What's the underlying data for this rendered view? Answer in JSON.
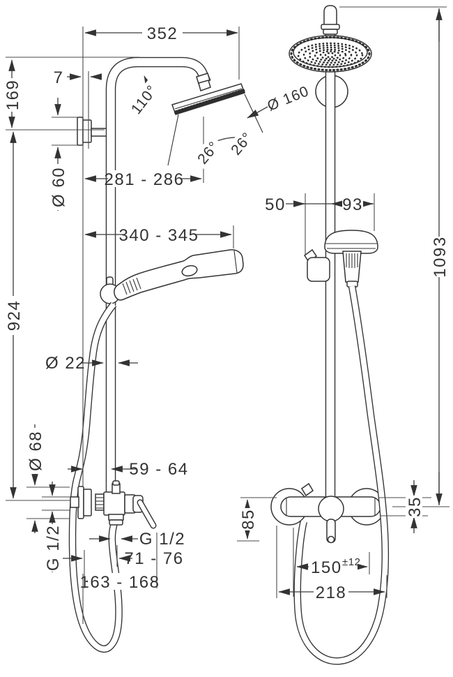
{
  "drawing": {
    "kind": "technical dimension drawing",
    "subject": "shower system (overhead shower, hand shower, wall-mounted mixer)",
    "colors": {
      "line": "#333333",
      "background": "#ffffff"
    }
  },
  "labels": {
    "width_top": "352",
    "offset_wall": "7",
    "height_upper": "169",
    "dia_bracket": "Ø 60",
    "reach_head": "281 - 286",
    "angle_arm": "110°",
    "angle_spray_left": "26°",
    "angle_spray_right": "26°",
    "dia_head": "Ø 160",
    "reach_handshower": "340 - 345",
    "height_lower": "924",
    "dia_pipe": "Ø 22",
    "dia_escutcheon": "Ø 68",
    "depth_valve": "59 - 64",
    "thread_outlet": "G 1/2",
    "thread_inlet": "G 1/2",
    "depth_outlet": "71 - 76",
    "depth_total": "163 - 168",
    "offset_holder": "50",
    "offset_handshower": "93",
    "height_total": "1093",
    "height_body": "85",
    "dia_body": "35",
    "dist_connections": "150",
    "tol_connections": "±12",
    "width_valve": "218"
  }
}
